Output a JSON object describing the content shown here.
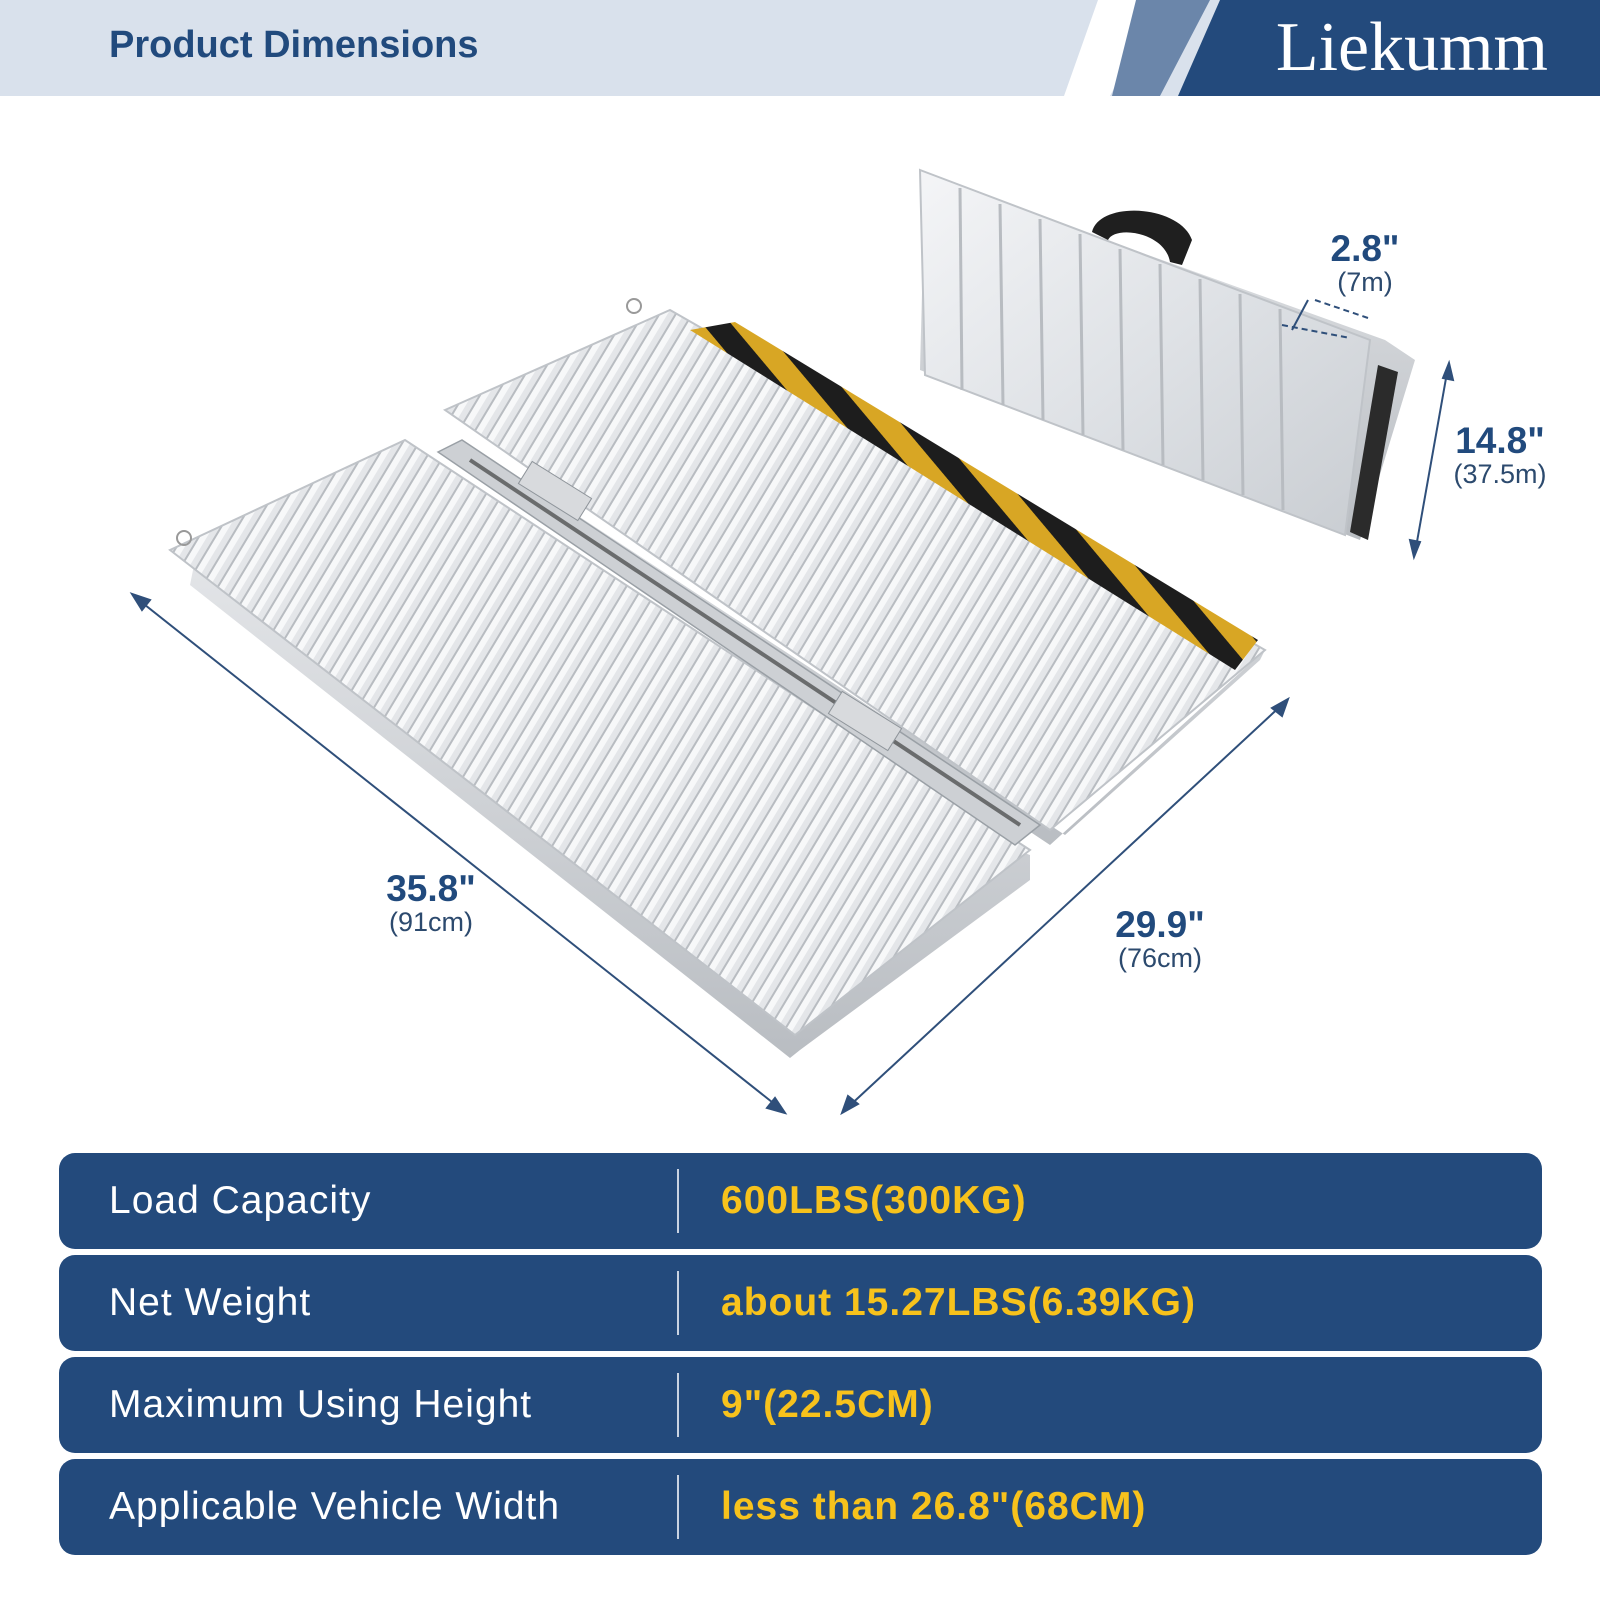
{
  "header": {
    "title": "Product Dimensions",
    "brand": "Liekumm"
  },
  "dimensions": {
    "length": {
      "value": "35.8\"",
      "metric": "(91cm)"
    },
    "width": {
      "value": "29.9\"",
      "metric": "(76cm)"
    },
    "folded_thickness": {
      "value": "2.8\"",
      "metric": "(7m)"
    },
    "folded_width": {
      "value": "14.8\"",
      "metric": "(37.5m)"
    }
  },
  "specs": [
    {
      "label": "Load Capacity",
      "value": "600LBS(300KG)"
    },
    {
      "label": "Net Weight",
      "value": "about 15.27LBS(6.39KG)"
    },
    {
      "label": "Maximum Using Height",
      "value": "9\"(22.5CM)"
    },
    {
      "label": "Applicable Vehicle Width",
      "value": "less than 26.8\"(68CM)"
    }
  ],
  "colors": {
    "navy": "#234a7c",
    "header_bg": "#d9e1ec",
    "accent_yellow": "#f7c21c",
    "slate_blue": "#6b86aa"
  }
}
